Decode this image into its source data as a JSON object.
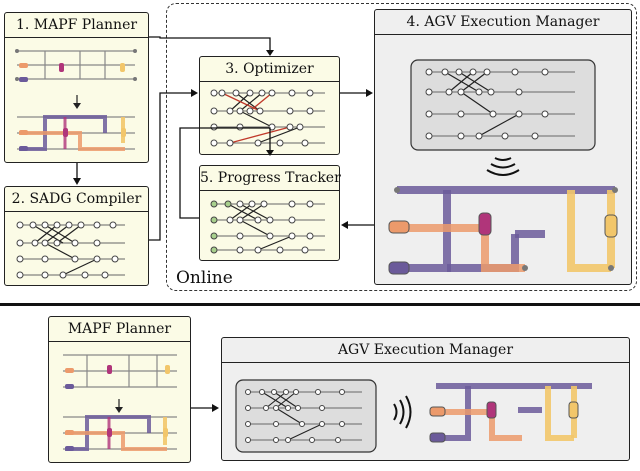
{
  "top": {
    "mapf_planner": {
      "title": "1. MAPF Planner"
    },
    "sadg_compiler": {
      "title": "2. SADG Compiler"
    },
    "optimizer": {
      "title": "3. Optimizer"
    },
    "execution_manager": {
      "title": "4. AGV Execution Manager"
    },
    "progress_tracker": {
      "title": "5. Progress Tracker"
    },
    "online_label": "Online"
  },
  "bottom": {
    "mapf_planner": {
      "title": "MAPF Planner"
    },
    "execution_manager": {
      "title": "AGV Execution Manager"
    }
  },
  "colors": {
    "purple": "#6b5a9a",
    "orange": "#ec9a6b",
    "yellow": "#f2c66a",
    "magenta": "#b0357a",
    "red_edge": "#c0392b",
    "green_node": "#a8d08d",
    "panel_gray": "#efefef",
    "panel_cream": "#fbfbe6"
  }
}
